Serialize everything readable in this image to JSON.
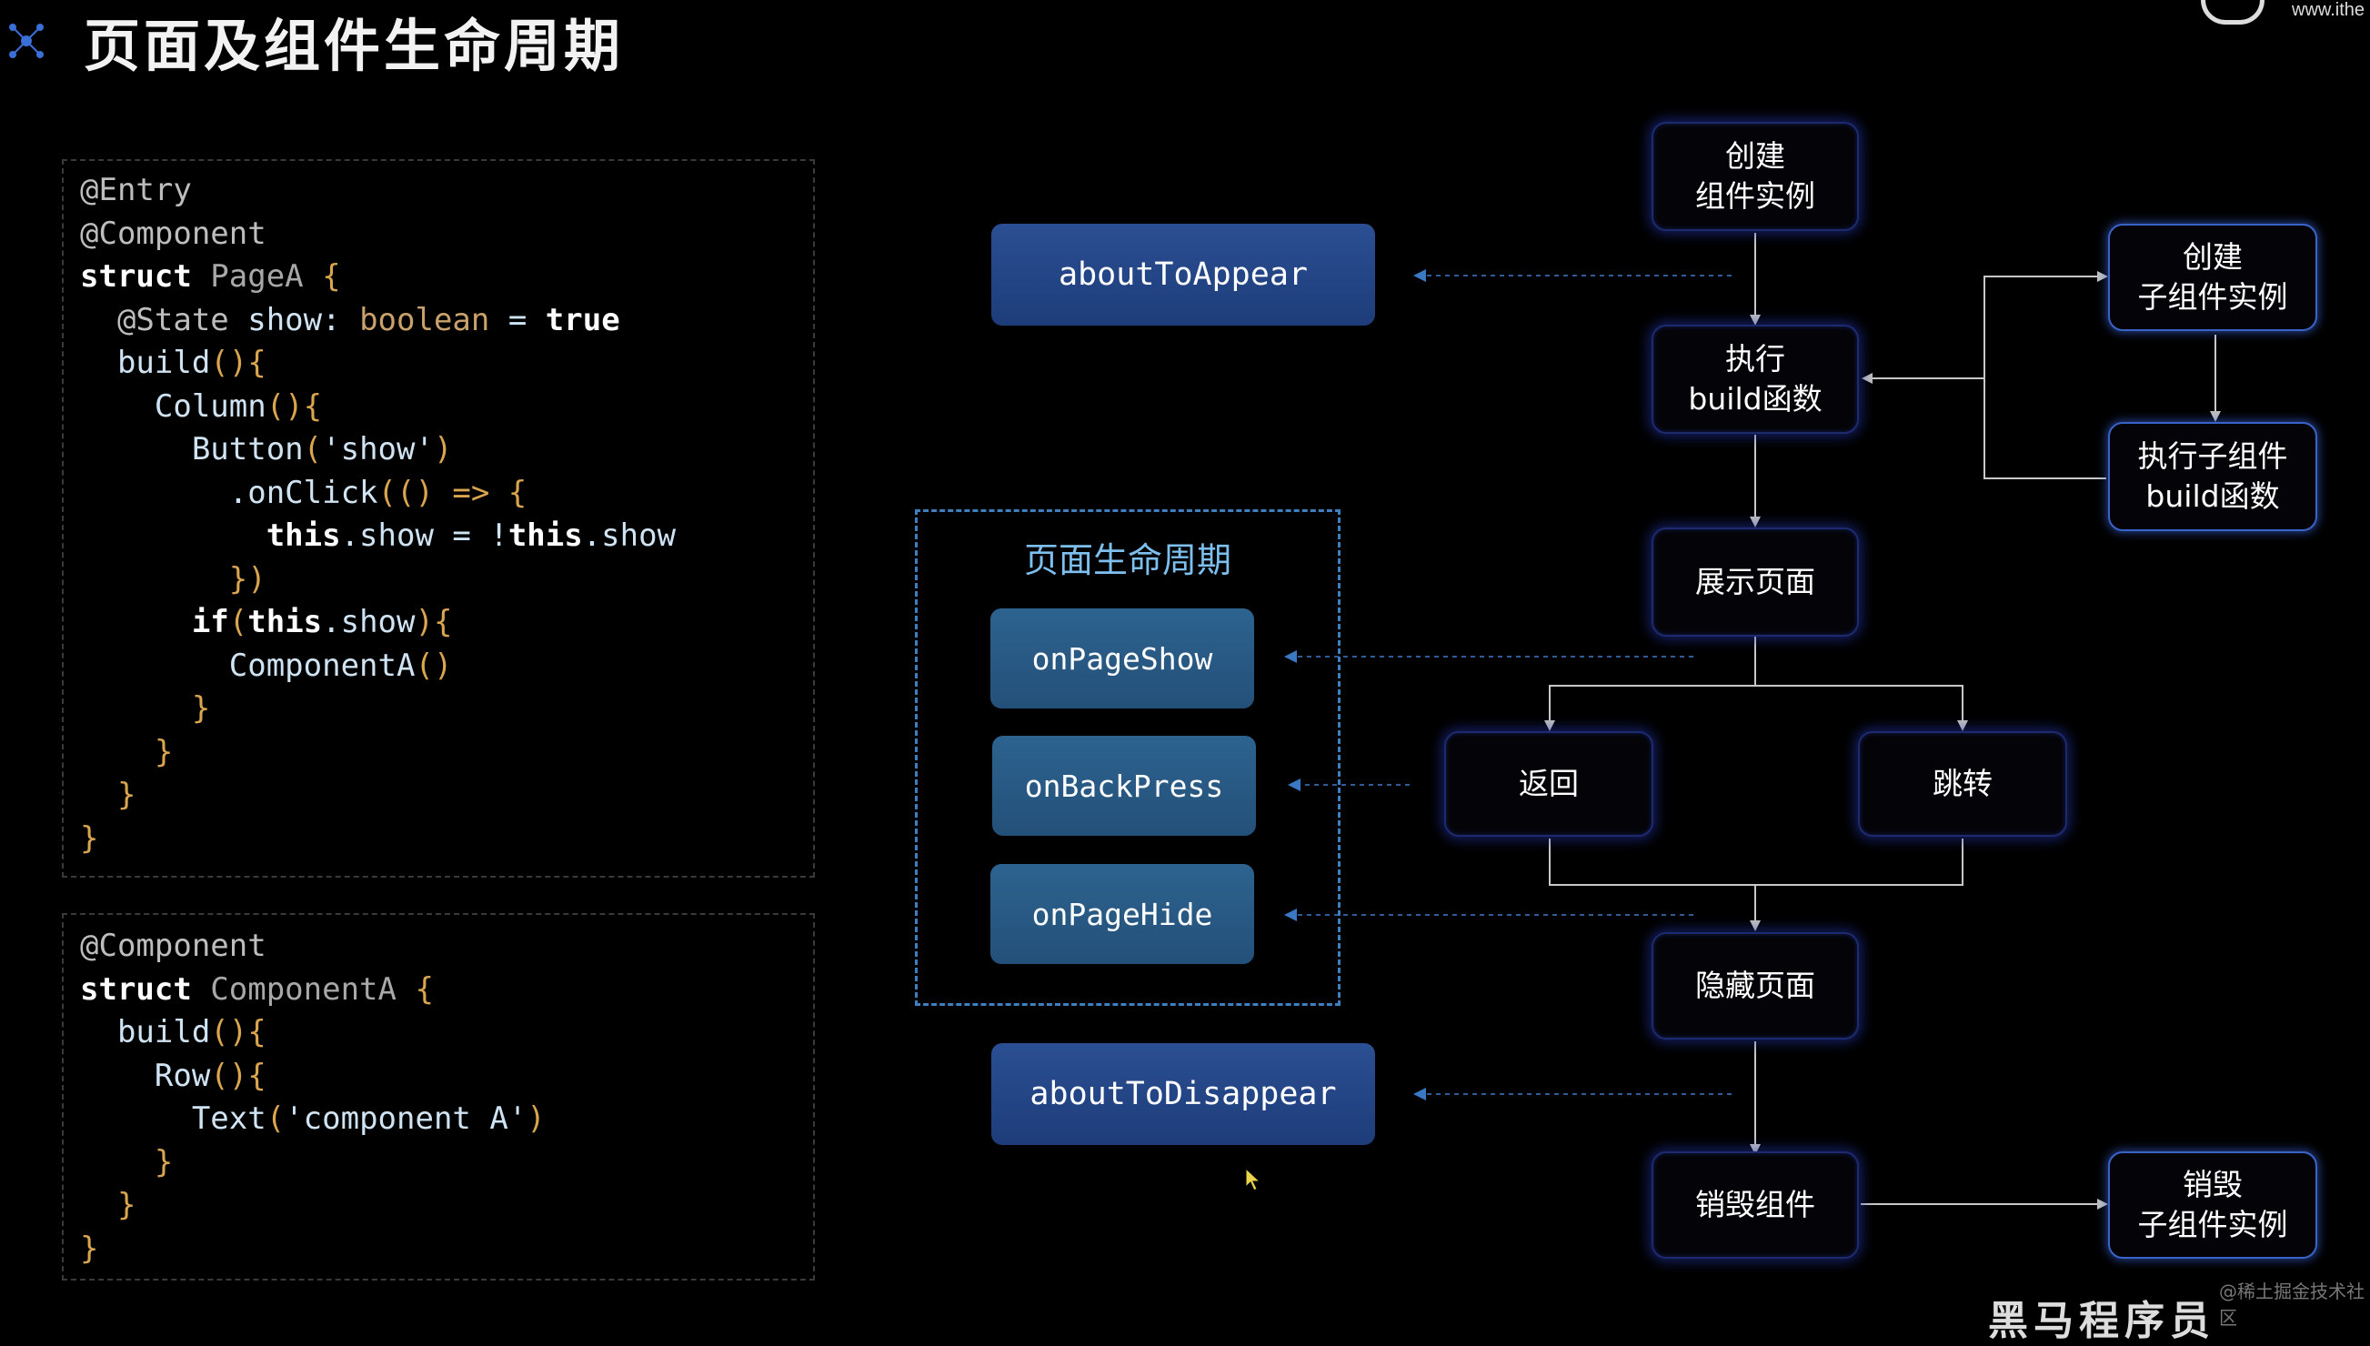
{
  "title": "页面及组件生命周期",
  "corner_url": "www.ithe",
  "watermark": "@稀土掘金技术社区",
  "bottom_logo": "黑马程序员",
  "code_block_1": [
    [
      {
        "t": "@Entry",
        "c": "dec"
      }
    ],
    [
      {
        "t": "@Component",
        "c": "dec"
      }
    ],
    [
      {
        "t": "struct",
        "c": "kw"
      },
      {
        "t": " PageA ",
        "c": "cls"
      },
      {
        "t": "{",
        "c": "pun"
      }
    ],
    [
      {
        "t": "  @State",
        "c": "dec"
      },
      {
        "t": " show: ",
        "c": "fn"
      },
      {
        "t": "boolean",
        "c": "ty"
      },
      {
        "t": " = ",
        "c": "fn"
      },
      {
        "t": "true",
        "c": "kw"
      }
    ],
    [
      {
        "t": "  build",
        "c": "fn"
      },
      {
        "t": "(){",
        "c": "pun"
      }
    ],
    [
      {
        "t": "    Column",
        "c": "fn"
      },
      {
        "t": "(){",
        "c": "pun"
      }
    ],
    [
      {
        "t": "      Button",
        "c": "fn"
      },
      {
        "t": "(",
        "c": "pun"
      },
      {
        "t": "'show'",
        "c": "str"
      },
      {
        "t": ")",
        "c": "pun"
      }
    ],
    [
      {
        "t": "        .onClick",
        "c": "fn"
      },
      {
        "t": "(() => {",
        "c": "pun"
      }
    ],
    [
      {
        "t": "          this",
        "c": "kw"
      },
      {
        "t": ".show = !",
        "c": "fn"
      },
      {
        "t": "this",
        "c": "kw"
      },
      {
        "t": ".show",
        "c": "fn"
      }
    ],
    [
      {
        "t": "        })",
        "c": "pun"
      }
    ],
    [
      {
        "t": "      if",
        "c": "kw"
      },
      {
        "t": "(",
        "c": "pun"
      },
      {
        "t": "this",
        "c": "kw"
      },
      {
        "t": ".show",
        "c": "fn"
      },
      {
        "t": "){",
        "c": "pun"
      }
    ],
    [
      {
        "t": "        ComponentA",
        "c": "fn"
      },
      {
        "t": "()",
        "c": "pun"
      }
    ],
    [
      {
        "t": "      }",
        "c": "pun"
      }
    ],
    [
      {
        "t": "    }",
        "c": "pun"
      }
    ],
    [
      {
        "t": "  }",
        "c": "pun"
      }
    ],
    [
      {
        "t": "}",
        "c": "pun"
      }
    ]
  ],
  "code_block_2": [
    [
      {
        "t": "@Component",
        "c": "dec"
      }
    ],
    [
      {
        "t": "struct",
        "c": "kw"
      },
      {
        "t": " ComponentA ",
        "c": "cls"
      },
      {
        "t": "{",
        "c": "pun"
      }
    ],
    [
      {
        "t": "  build",
        "c": "fn"
      },
      {
        "t": "(){",
        "c": "pun"
      }
    ],
    [
      {
        "t": "    Row",
        "c": "fn"
      },
      {
        "t": "(){",
        "c": "pun"
      }
    ],
    [
      {
        "t": "      Text",
        "c": "fn"
      },
      {
        "t": "(",
        "c": "pun"
      },
      {
        "t": "'component A'",
        "c": "str"
      },
      {
        "t": ")",
        "c": "pun"
      }
    ],
    [
      {
        "t": "    }",
        "c": "pun"
      }
    ],
    [
      {
        "t": "  }",
        "c": "pun"
      }
    ],
    [
      {
        "t": "}",
        "c": "pun"
      }
    ]
  ],
  "hooks": {
    "about_to_appear": "aboutToAppear",
    "about_to_disappear": "aboutToDisappear",
    "page_lifecycle_title": "页面生命周期",
    "on_page_show": "onPageShow",
    "on_back_press": "onBackPress",
    "on_page_hide": "onPageHide"
  },
  "flow": {
    "create_instance": "创建\n组件实例",
    "exec_build": "执行\nbuild函数",
    "show_page": "展示页面",
    "back": "返回",
    "navigate": "跳转",
    "hide_page": "隐藏页面",
    "destroy": "销毁组件",
    "create_child": "创建\n子组件实例",
    "exec_child_build": "执行子组件\nbuild函数",
    "destroy_child": "销毁\n子组件实例"
  }
}
